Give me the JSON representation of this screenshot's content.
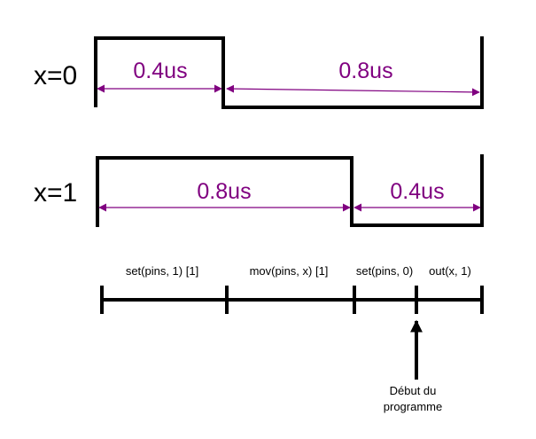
{
  "colors": {
    "signal": "#000000",
    "duration": "#800080"
  },
  "waveforms": [
    {
      "label": "x=0",
      "high_duration": "0.4us",
      "low_duration": "0.8us"
    },
    {
      "label": "x=1",
      "high_duration": "0.8us",
      "low_duration": "0.4us"
    }
  ],
  "timeline": {
    "instructions": [
      "set(pins, 1) [1]",
      "mov(pins, x) [1]",
      "set(pins, 0)",
      "out(x, 1)"
    ],
    "start_marker": [
      "Début du",
      "programme"
    ]
  }
}
